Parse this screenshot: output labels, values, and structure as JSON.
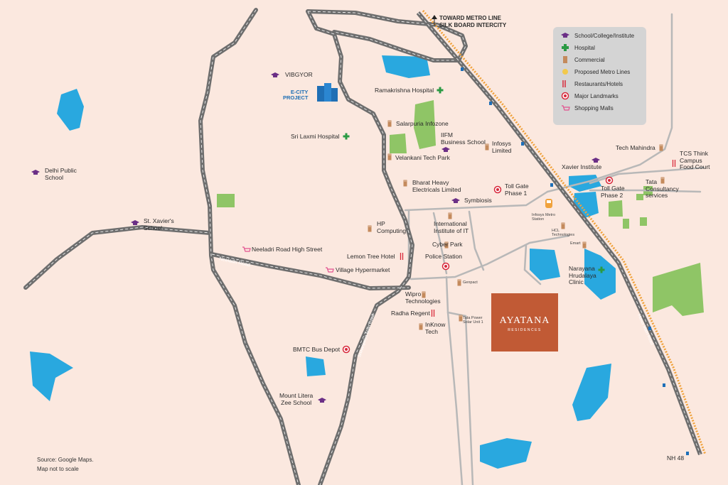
{
  "legend": {
    "items": [
      {
        "icon": "school-icon",
        "label": "School/College/Institute"
      },
      {
        "icon": "hospital-icon",
        "label": "Hospital"
      },
      {
        "icon": "commercial-icon",
        "label": "Commercial"
      },
      {
        "icon": "metro-line-icon",
        "label": "Proposed Metro Lines"
      },
      {
        "icon": "restaurant-icon",
        "label": "Restaurants/Hotels"
      },
      {
        "icon": "landmark-icon",
        "label": "Major Landmarks"
      },
      {
        "icon": "shopping-icon",
        "label": "Shopping Malls"
      }
    ]
  },
  "header_note": "TOWARD METRO LINE\nSILK BOARD INTERCITY",
  "project": {
    "name": "AYATANA",
    "sub": "RESIDENCES"
  },
  "ecity": "E-CITY\nPROJECT",
  "roads": {
    "neeladri": "Neeladri Road",
    "shikaripalya": "Shikaripalya Main Road",
    "hosur": "Hosur Main Road",
    "nh": "NH 48"
  },
  "places": {
    "vibgyor": "VIBGYOR",
    "ramakrishna": "Ramakrishna Hospital",
    "salarpuria": "Salarpuria Infozone",
    "laxmi": "Sri Laxmi Hospital",
    "iifm": "IIFM\nBusiness School",
    "infosys": "Infosys\nLimited",
    "velankani": "Velankani Tech Park",
    "bhel": "Bharat Heavy\nElectricals Limited",
    "tollgate1": "Toll Gate\nPhase 1",
    "symbiosis": "Symbiosis",
    "delhi": "Delhi Public\nSchool",
    "xavier_school": "St. Xavier's\nSchool",
    "hp": "HP\nComputing",
    "iiit": "International\nInstitute of IT",
    "cyberpark": "Cyber Park",
    "lemontree": "Lemon Tree Hotel",
    "police": "Police Station",
    "neeladri_street": "Neeladri Road High Street",
    "village": "Village Hypermarket",
    "genpact": "Genpact",
    "wipro": "Wipro\nTechnologies",
    "radha": "Radha Regent",
    "inknow": "InKnow\nTech",
    "tatapower": "Tata Power\nSolar Unit 1",
    "bmtc": "BMTC Bus Depot",
    "mountlitera": "Mount Litera\nZee School",
    "techmahindra": "Tech Mahindra",
    "xavier_inst": "Xavier Institute",
    "tcs": "TCS Think\nCampus\nFood Court",
    "tollgate2": "Toll Gate\nPhase 2",
    "tata_cs": "Tata\nConsultancy\nservices",
    "infosys_metro": "Infosys Metro\nStation",
    "hcl": "HCL\nTechnologies",
    "emart": "Emart",
    "narayana": "Narayana\nHrudalaya\nClinic"
  },
  "source": "Source: Google Maps.\nMap not to scale",
  "colors": {
    "background": "#fbe8df",
    "road": "#6e6e6e",
    "water": "#29a8df",
    "park": "#8fc566",
    "project": "#c15a35",
    "school": "#6b2f86",
    "hospital": "#2a9a43",
    "landmark": "#d8283a",
    "commercial": "#c48a5c",
    "metro": "#f0a23c"
  }
}
